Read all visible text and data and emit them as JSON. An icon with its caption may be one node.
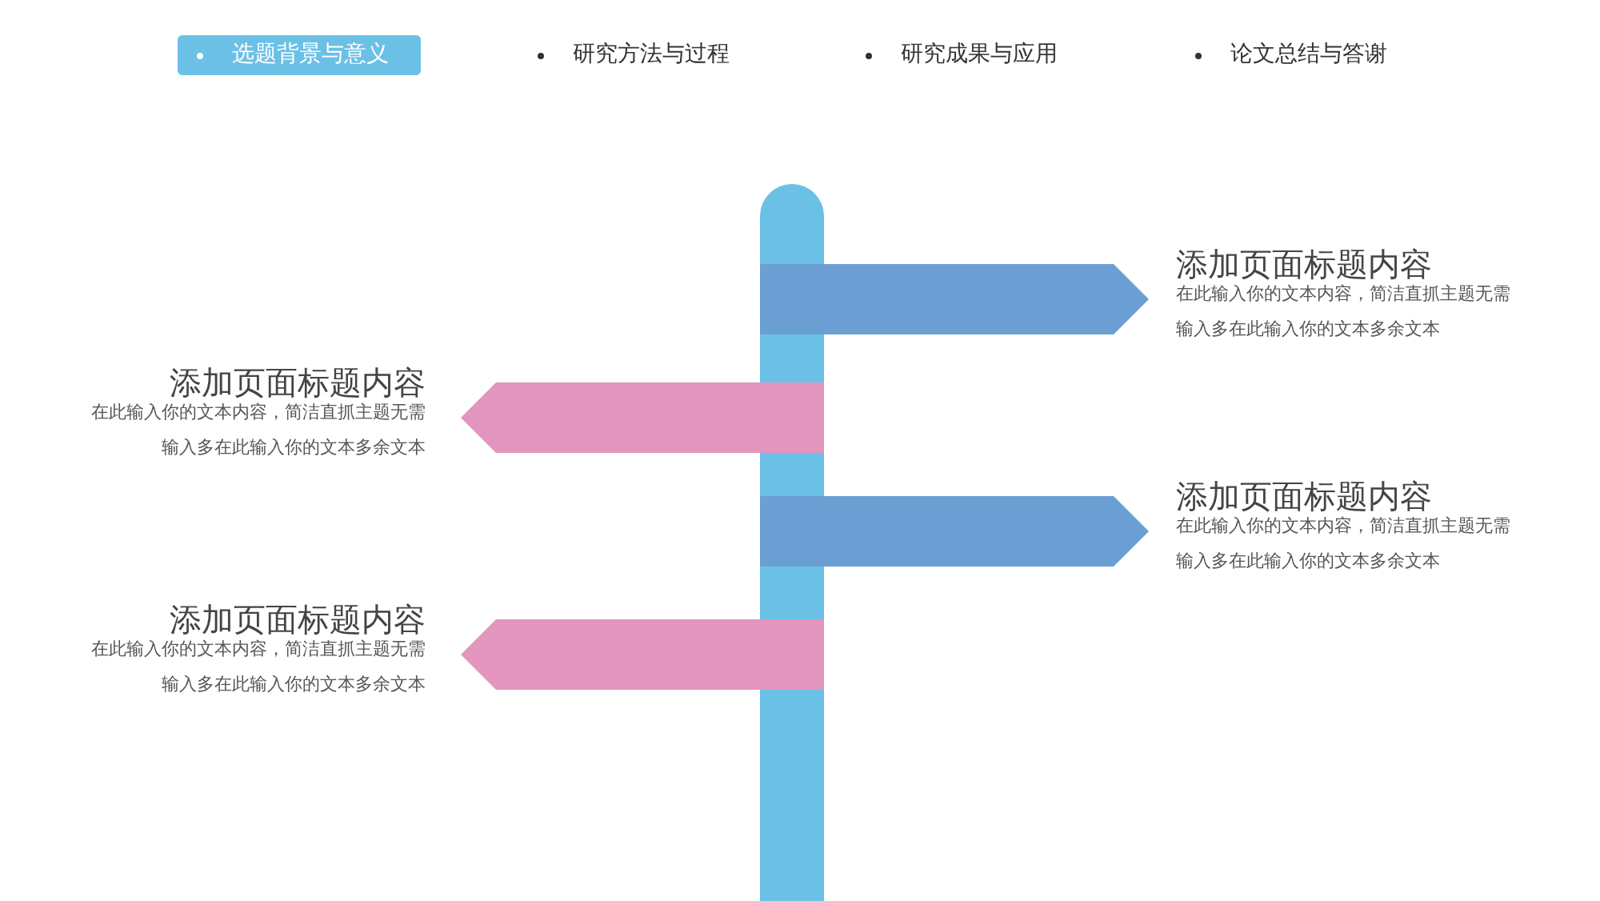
{
  "diagram": {
    "nodes": [
      {
        "text": [],
        "shape": "bar"
      },
      {
        "text": [
          "添加页面标题内容",
          "在此输入你的文本内容，简洁直抓主题无需输入多在此输入你的文本多余文本"
        ]
      },
      {
        "text": [
          "添加页面标题内容",
          "在此输入你的文本内容，简洁直抓主题无需输入多在此输入你的文本多余文本"
        ]
      },
      {
        "text": [
          "添加页面标题内容",
          "在此输入你的文本内容，简洁直抓主题无需输入多在此输入你的文本多余文本"
        ]
      },
      {
        "text": [
          "添加页面标题内容",
          "在此输入你的文本内容，简洁直抓主题无需输入多在此输入你的文本多余文本"
        ]
      }
    ],
    "labels": [
      "选题背景与意义",
      "研究方法与过程",
      "研究成果与应用",
      "论文总结与答谢"
    ]
  }
}
